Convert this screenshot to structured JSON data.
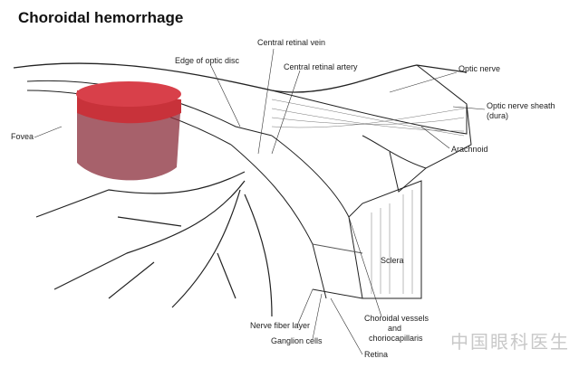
{
  "title": "Choroidal hemorrhage",
  "labels": {
    "central_retinal_vein": "Central retinal vein",
    "edge_of_optic_disc": "Edge of optic disc",
    "central_retinal_artery": "Central retinal artery",
    "optic_nerve": "Optic nerve",
    "optic_nerve_sheath": "Optic nerve sheath",
    "dura": "(dura)",
    "arachnoid": "Arachnoid",
    "fovea": "Fovea",
    "sclera": "Sclera",
    "choroidal_1": "Choroidal vessels",
    "choroidal_2": "and",
    "choroidal_3": "choriocapillaris",
    "nerve_fiber_layer": "Nerve fiber layer",
    "ganglion_cells": "Ganglion cells",
    "retina": "Retina"
  },
  "watermark": "中国眼科医生",
  "colors": {
    "hemorrhage": "#c8323a",
    "ink": "#222222"
  }
}
